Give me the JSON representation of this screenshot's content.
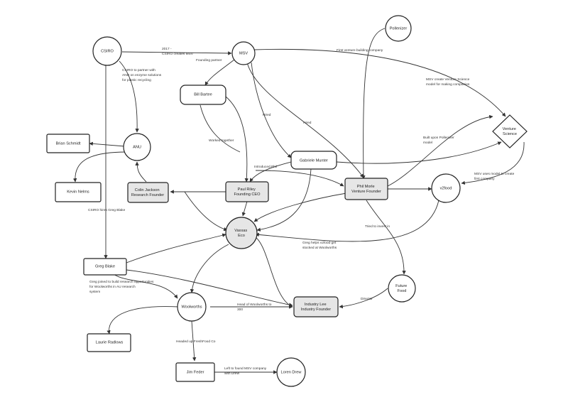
{
  "nodes": {
    "csiro": "CSIRO",
    "msv": "MSV",
    "pollenizer": "Pollenizer",
    "bill_bartee": "Bill Bartee",
    "anu": "ANU",
    "brian_schmidt": "Brian Schmidt",
    "kevin_nelms": "Kevin Nelms",
    "colin_jackson": [
      "Colin Jackson",
      "Research Founder"
    ],
    "paul_riley": [
      "Paul Riley",
      "Founding CEO"
    ],
    "gabriele_munter": "Gabriele Munter",
    "phil_morle": [
      "Phil Morle",
      "Venture Founder"
    ],
    "venture_science": [
      "Venture",
      "Science"
    ],
    "v2food": "v2food",
    "vaxxas": [
      "Vaxxas",
      "Eco"
    ],
    "greg_blake": "Greg Blake",
    "woolworths": "Woolworths",
    "future_food": [
      "Future",
      "Food"
    ],
    "industry_founder": [
      "Industry Lee",
      "Industry Founder"
    ],
    "laurie_radlows": "Laurie Radlows",
    "jim_feder": "Jim Feder",
    "loren_drew": "Loren Drew"
  },
  "edges": {
    "csiro_msv": [
      "2017 -",
      "CSIRO creates MSV"
    ],
    "csiro_anu": [
      "CSIRO to partner with",
      "ANU on enzyme solutions",
      "for plastic recycling"
    ],
    "csiro_greg": "CSIRO hires Greg Blake",
    "msv_bill": "Founding partner",
    "msv_venture": "First venture building company",
    "msv_venture_sci": [
      "MSV create Venture Science",
      "model for making companies"
    ],
    "bill_paul": "Worked together",
    "msv_gabriele": "Hired",
    "msv_phil": "Hired",
    "gabriele_paul": "Introduced Phil",
    "pollenizer_phil": [
      "Built upon Pollenizer",
      "model"
    ],
    "venture_v2food": [
      "MSV uses model to create",
      "first company"
    ],
    "phil_future": "Tried to invest in",
    "greg_acq": [
      "Greg helps v2food get",
      "stocked at Woolworths"
    ],
    "greg_woolworths": [
      "Greg joined to build research opportunities",
      "for Woolworths in AU research",
      "system"
    ],
    "woolworths_founder": [
      "Head of Woolworths to",
      "300"
    ],
    "future_founder": "Director",
    "woolworths_jim": "Headed up FreshFood Co",
    "jim_loren": [
      "Left to found MSV company",
      "with Drew"
    ]
  }
}
